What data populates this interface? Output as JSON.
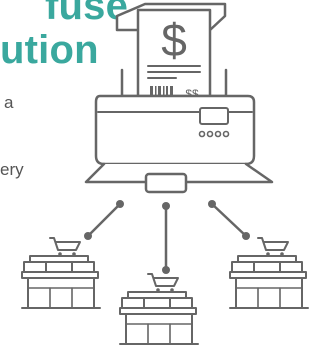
{
  "headline": {
    "line1": "fuse",
    "line2": "ution",
    "color": "#3aa89e"
  },
  "body": {
    "line1": "a",
    "line2": "ery",
    "color": "#555555"
  },
  "illustration": {
    "receipt_symbol": "$",
    "receipt_amount_label": "$$",
    "stroke_color": "#666666",
    "connector_color": "#666666",
    "icon_names": [
      "receipt-icon",
      "scanner-icon",
      "store-icon",
      "shopping-cart-icon"
    ]
  }
}
